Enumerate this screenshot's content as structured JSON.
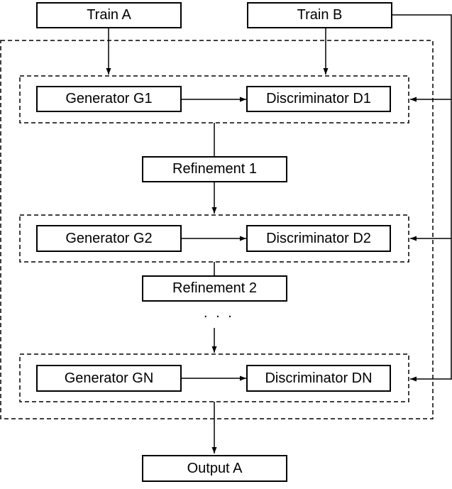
{
  "inputs": {
    "train_a": "Train A",
    "train_b": "Train B"
  },
  "stages": [
    {
      "generator": "Generator G1",
      "discriminator": "Discriminator D1",
      "refinement": "Refinement 1"
    },
    {
      "generator": "Generator G2",
      "discriminator": "Discriminator D2",
      "refinement": "Refinement 2"
    },
    {
      "generator": "Generator GN",
      "discriminator": "Discriminator DN"
    }
  ],
  "ellipsis": ". . .",
  "output": "Output A",
  "colors": {
    "line": "#000000",
    "background": "#ffffff"
  }
}
